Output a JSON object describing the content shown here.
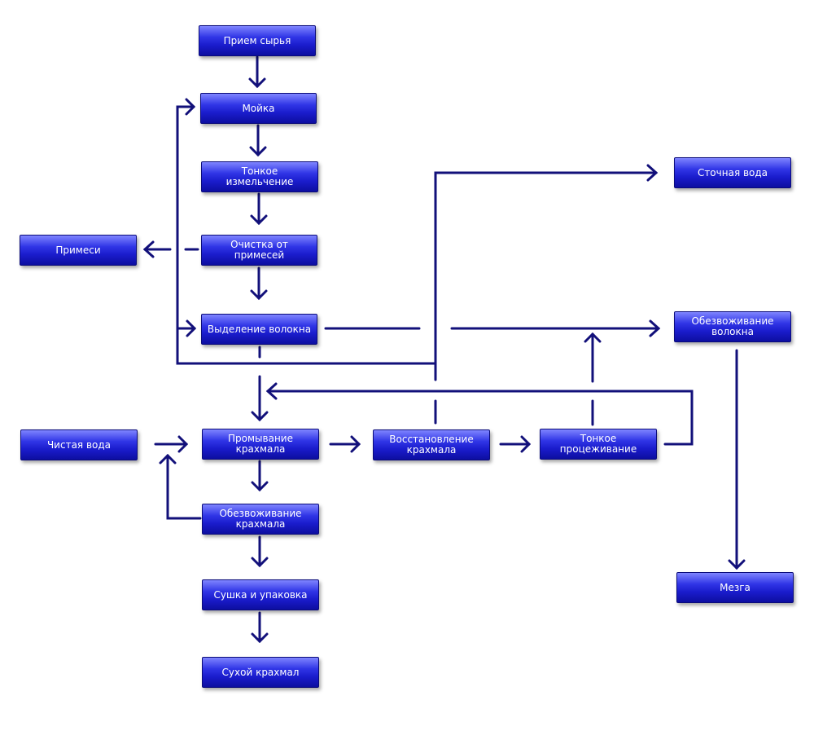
{
  "nodes": {
    "priem_syrya": "Прием сырья",
    "moyka": "Мойка",
    "tonkoe_izmelchenie": "Тонкое измельчение",
    "ochistka": "Очистка от примесей",
    "primesi": "Примеси",
    "vydelenie_volokna": "Выделение волокна",
    "stochnaya_voda": "Сточная вода",
    "obezvozhivanie_volokna": [
      "Обезвоживание",
      "волокна"
    ],
    "chistaya_voda": "Чистая вода",
    "promyvanie_krahmala": [
      "Промывание",
      "крахмала"
    ],
    "vosstanovlenie_krahmala": [
      "Восстановление",
      "крахмала"
    ],
    "tonkoe_procezhivanie": "Тонкое процеживание",
    "obezvozhivanie_krahmala": [
      "Обезвоживание",
      "крахмала"
    ],
    "sushka_upakovka": "Сушка и упаковка",
    "mezga": "Мезга",
    "suhoy_krahmal": "Сухой крахмал"
  },
  "colors": {
    "connector": "#12107a",
    "node_text": "#ffffff"
  }
}
